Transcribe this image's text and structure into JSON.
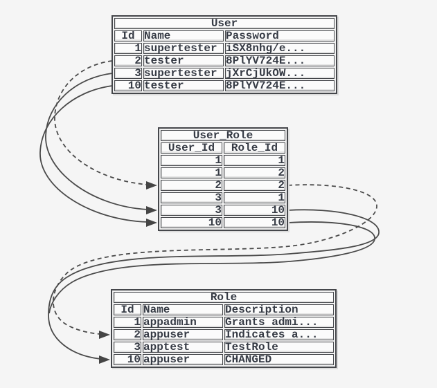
{
  "colors": {
    "background": "#f5f5f5",
    "table_border": "#45474b",
    "cell_background": "#fbfbfb",
    "text": "#363b45",
    "connector": "#4a4a4a"
  },
  "tables": {
    "user": {
      "title": "User",
      "columns": [
        "Id",
        "Name",
        "Password"
      ],
      "rows": [
        [
          "1",
          "supertester",
          "iSX8nhg/e..."
        ],
        [
          "2",
          "tester",
          "8PlYV724E..."
        ],
        [
          "3",
          "supertester",
          "jXrCjUkOW..."
        ],
        [
          "10",
          "tester",
          "8PlYV724E..."
        ]
      ]
    },
    "user_role": {
      "title": "User_Role",
      "columns": [
        "User_Id",
        "Role_Id"
      ],
      "rows": [
        [
          "1",
          "1"
        ],
        [
          "1",
          "2"
        ],
        [
          "2",
          "2"
        ],
        [
          "3",
          "1"
        ],
        [
          "3",
          "10"
        ],
        [
          "10",
          "10"
        ]
      ]
    },
    "role": {
      "title": "Role",
      "columns": [
        "Id",
        "Name",
        "Description"
      ],
      "rows": [
        [
          "1",
          "appadmin",
          "Grants admi..."
        ],
        [
          "2",
          "appuser",
          "Indicates a..."
        ],
        [
          "3",
          "apptest",
          "TestRole"
        ],
        [
          "10",
          "appuser",
          "CHANGED"
        ]
      ]
    }
  },
  "connections": [
    {
      "from": "User row Id=2",
      "to": "User_Role row (2,2)",
      "style": "dashed"
    },
    {
      "from": "User row Id=3",
      "to": "User_Role row (3,10)",
      "style": "solid"
    },
    {
      "from": "User row Id=10",
      "to": "User_Role row (10,10)",
      "style": "solid"
    },
    {
      "from": "User_Role row (2,2)",
      "to": "Role row Id=2",
      "style": "dashed"
    },
    {
      "from": "User_Role row (3,10)",
      "to": "Role row Id=10",
      "style": "solid"
    },
    {
      "from": "User_Role row (10,10)",
      "to": "Role row Id=10",
      "style": "solid"
    }
  ]
}
